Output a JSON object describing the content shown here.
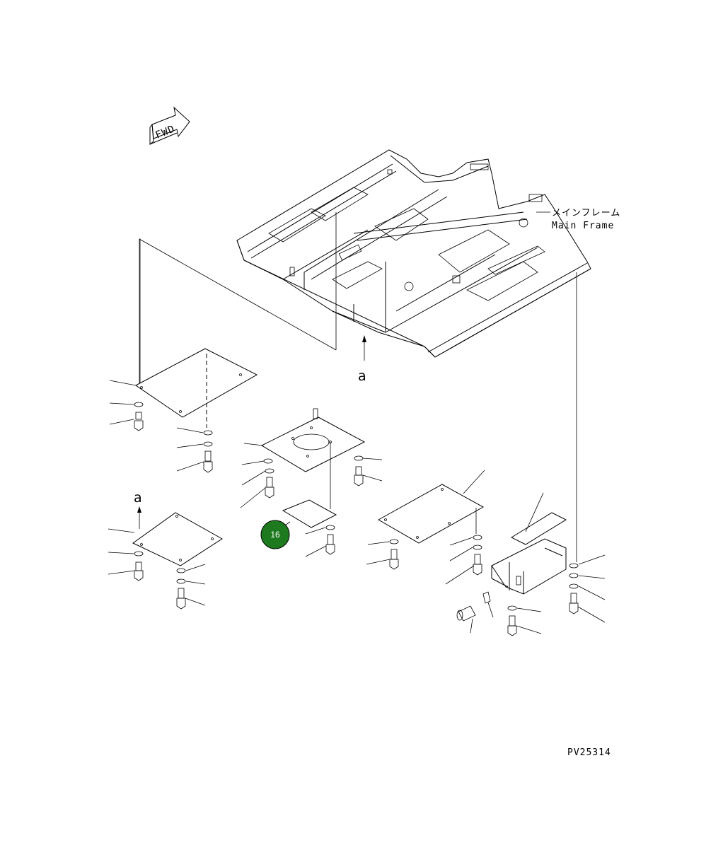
{
  "labels": {
    "fwd": "FWD",
    "main_frame_jp": "メインフレーム",
    "main_frame_en": "Main Frame",
    "view_a_top": "a",
    "view_a_left": "a",
    "drawing_number": "PV25314"
  },
  "callout": {
    "number": "16",
    "color": "#1e7a1e"
  }
}
